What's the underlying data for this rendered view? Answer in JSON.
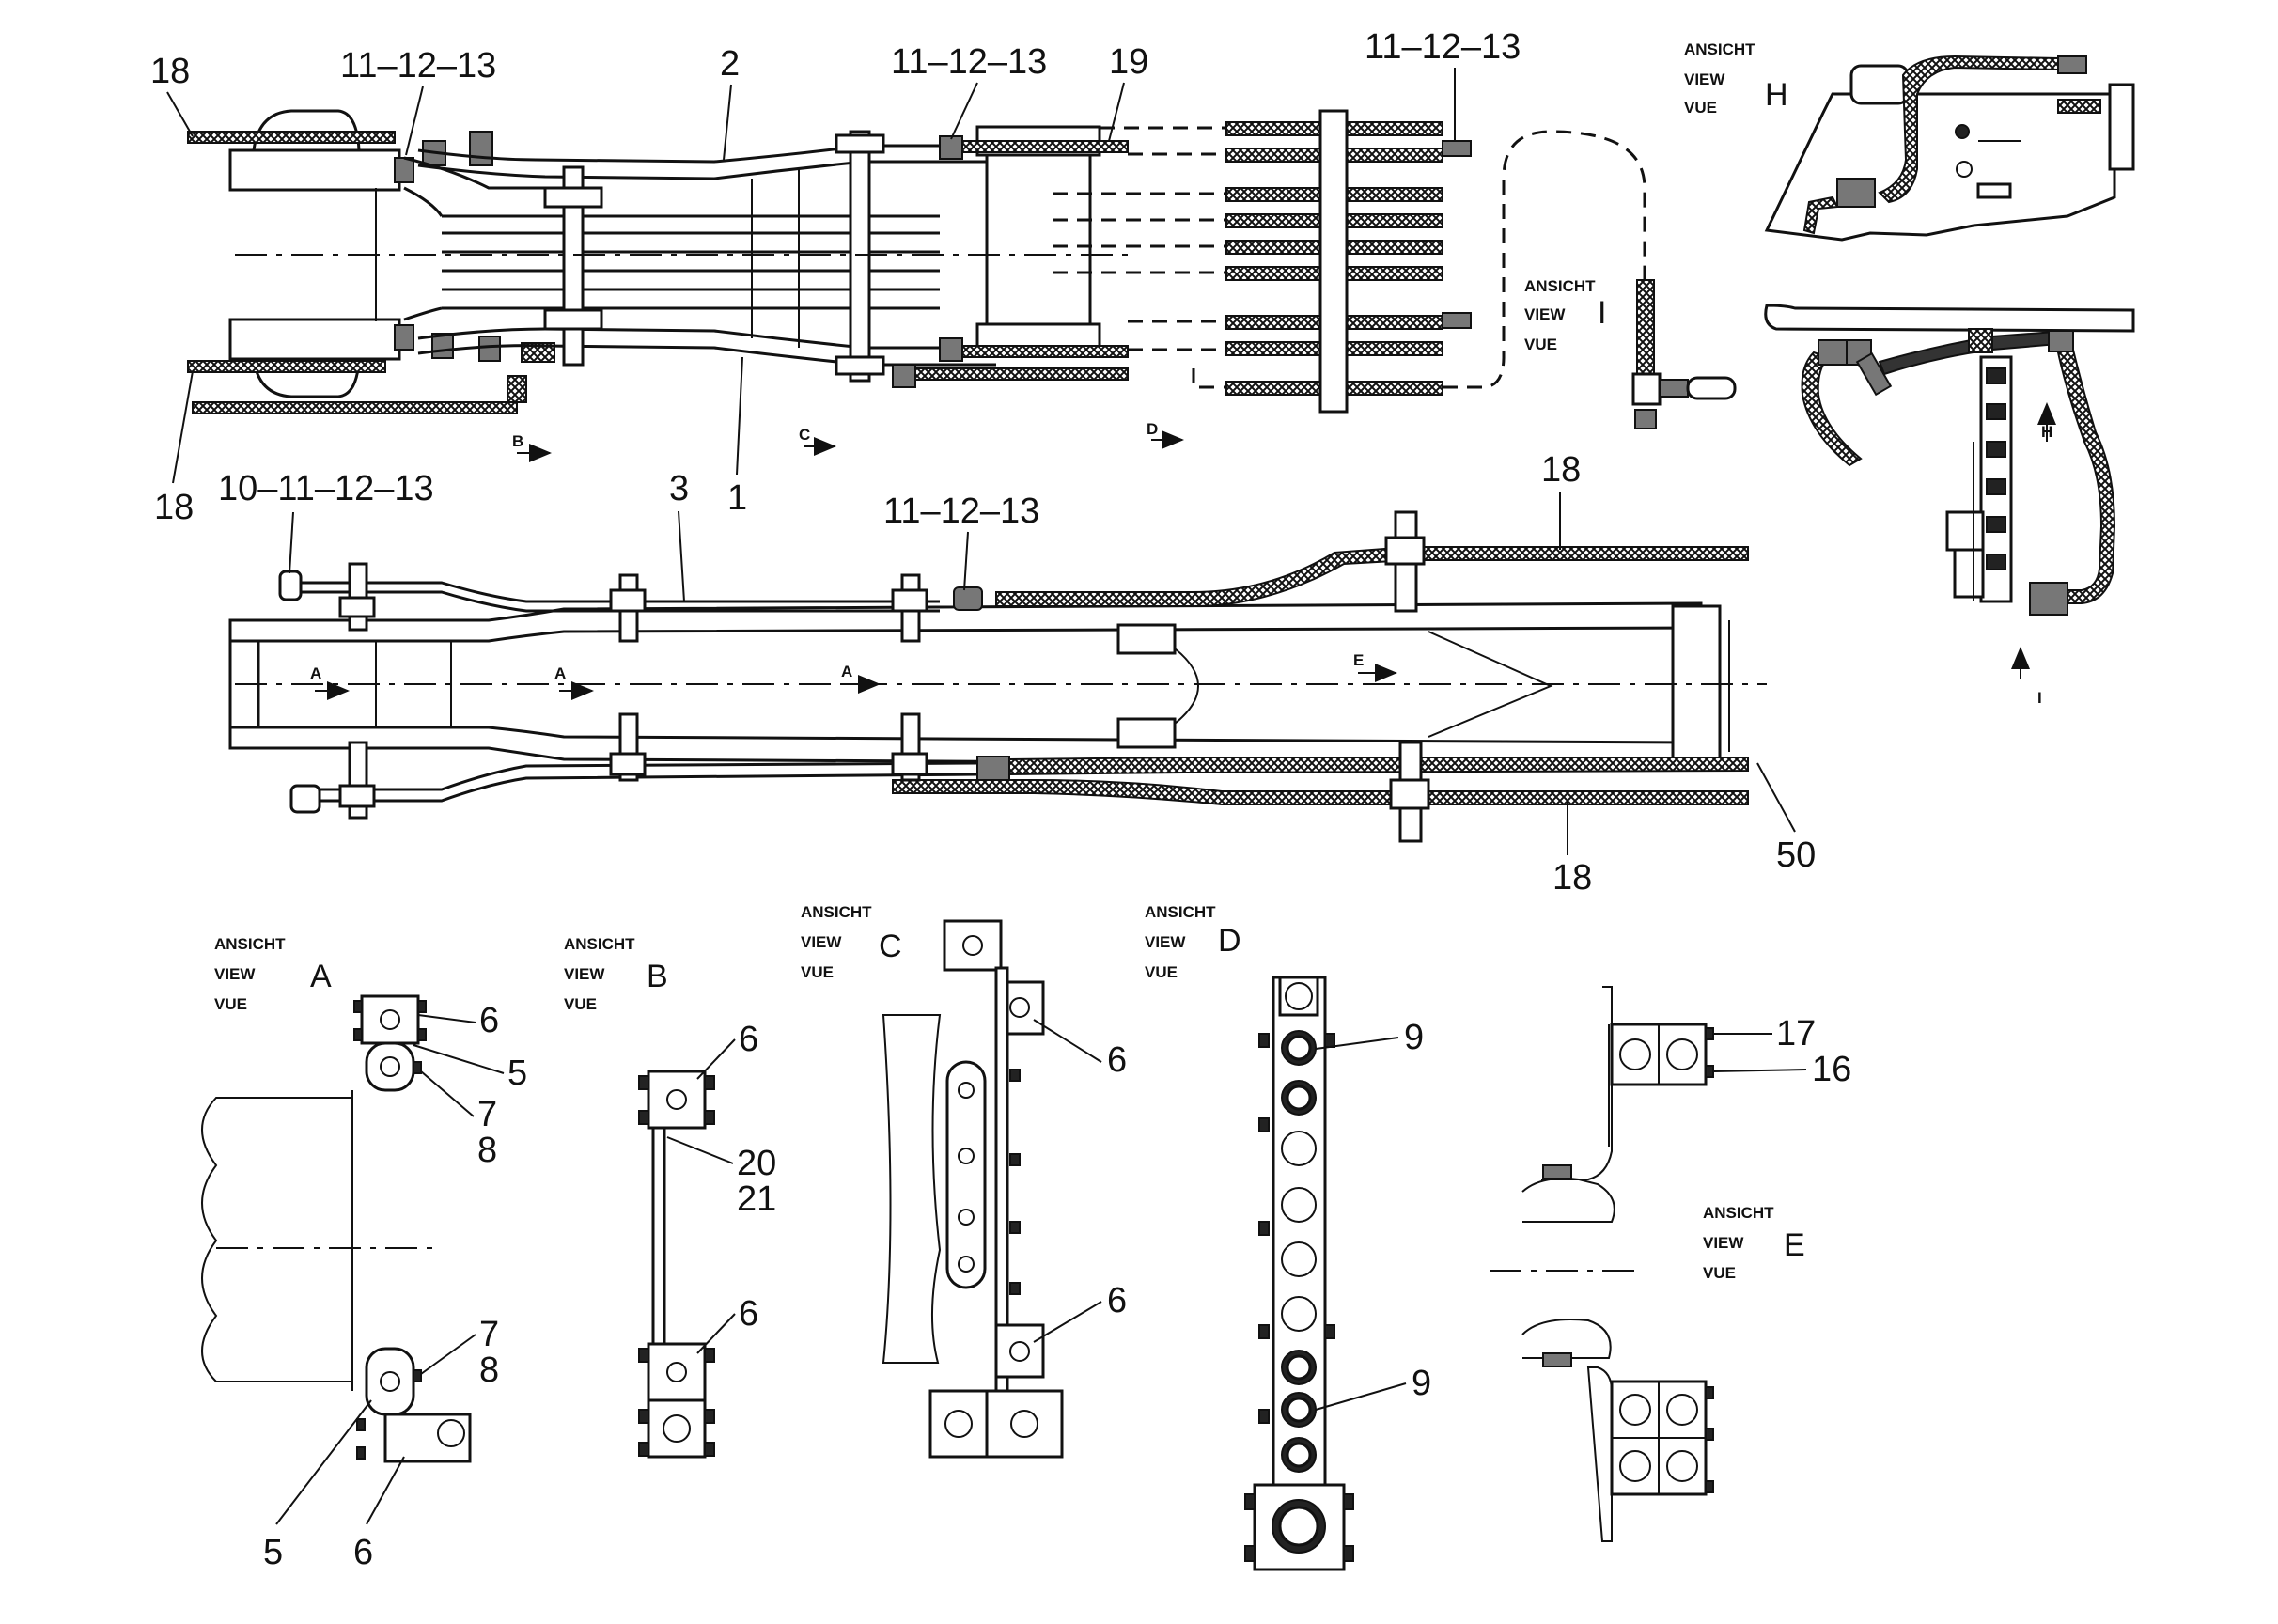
{
  "labels": {
    "top_18": "18",
    "top_11_a": "11–12–13",
    "top_2": "2",
    "top_11_b": "11–12–13",
    "top_19": "19",
    "top_11_c": "11–12–13",
    "top_18_bottom": "18",
    "top_1": "1",
    "mid_10": "10–11–12–13",
    "mid_3": "3",
    "mid_11": "11–12–13",
    "mid_18_top": "18",
    "mid_18_bottom": "18",
    "mid_50": "50",
    "a_6_top": "6",
    "a_5_top": "5",
    "a_7_top": "7",
    "a_8_top": "8",
    "a_7_bottom": "7",
    "a_8_bottom": "8",
    "a_5_bottom": "5",
    "a_6_bottom": "6",
    "b_6_top": "6",
    "b_20": "20",
    "b_21": "21",
    "b_6_bottom": "6",
    "c_6_top": "6",
    "c_6_bottom": "6",
    "d_9_top": "9",
    "d_9_bottom": "9",
    "e_17": "17",
    "e_16": "16"
  },
  "views": {
    "ansicht": "ANSICHT",
    "view": "VIEW",
    "vue": "VUE",
    "letters": {
      "A": "A",
      "B": "B",
      "C": "C",
      "D": "D",
      "E": "E",
      "H": "H",
      "I": "I"
    }
  },
  "arrows": {
    "A": "A",
    "B": "B",
    "C": "C",
    "D": "D",
    "E": "E",
    "H": "H",
    "I": "I"
  }
}
